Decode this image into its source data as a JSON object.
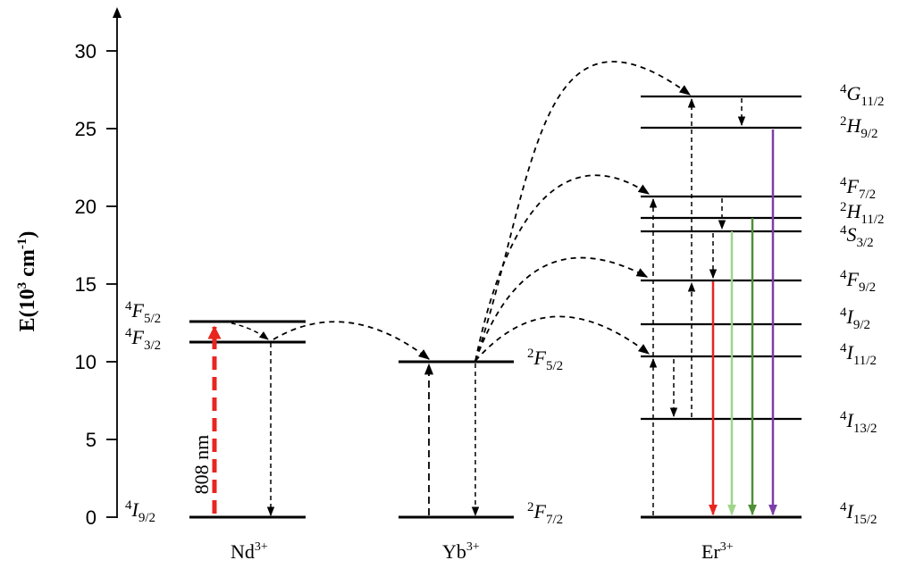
{
  "axis": {
    "title_prefix": "E(10",
    "title_sup1": "3",
    "title_mid": " cm",
    "title_sup2": "-1",
    "title_suffix": ")",
    "ticks": [
      "0",
      "5",
      "10",
      "15",
      "20",
      "25",
      "30"
    ]
  },
  "ions": {
    "nd": {
      "base": "Nd",
      "sup": "3+"
    },
    "yb": {
      "base": "Yb",
      "sup": "3+"
    },
    "er": {
      "base": "Er",
      "sup": "3+"
    }
  },
  "levels": {
    "nd_4F52": {
      "sup": "4",
      "letter": "F",
      "sub": "5/2"
    },
    "nd_4F32": {
      "sup": "4",
      "letter": "F",
      "sub": "3/2"
    },
    "nd_4I92": {
      "sup": "4",
      "letter": "I",
      "sub": "9/2"
    },
    "yb_2F52": {
      "sup": "2",
      "letter": "F",
      "sub": "5/2"
    },
    "yb_2F72": {
      "sup": "2",
      "letter": "F",
      "sub": "7/2"
    },
    "er_4G112": {
      "sup": "4",
      "letter": "G",
      "sub": "11/2"
    },
    "er_2H92": {
      "sup": "2",
      "letter": "H",
      "sub": "9/2"
    },
    "er_4F72": {
      "sup": "4",
      "letter": "F",
      "sub": "7/2"
    },
    "er_2H112": {
      "sup": "2",
      "letter": "H",
      "sub": "11/2"
    },
    "er_4S32": {
      "sup": "4",
      "letter": "S",
      "sub": "3/2"
    },
    "er_4F92": {
      "sup": "4",
      "letter": "F",
      "sub": "9/2"
    },
    "er_4I92": {
      "sup": "4",
      "letter": "I",
      "sub": "9/2"
    },
    "er_4I112": {
      "sup": "4",
      "letter": "I",
      "sub": "11/2"
    },
    "er_4I132": {
      "sup": "4",
      "letter": "I",
      "sub": "13/2"
    },
    "er_4I152": {
      "sup": "4",
      "letter": "I",
      "sub": "15/2"
    }
  },
  "excitation": {
    "label": "808 nm",
    "color": "#e8251f"
  },
  "emission_colors": {
    "red": "#e8251f",
    "light_green": "#9fd58a",
    "green": "#4f8f36",
    "violet": "#7a3fa8"
  }
}
